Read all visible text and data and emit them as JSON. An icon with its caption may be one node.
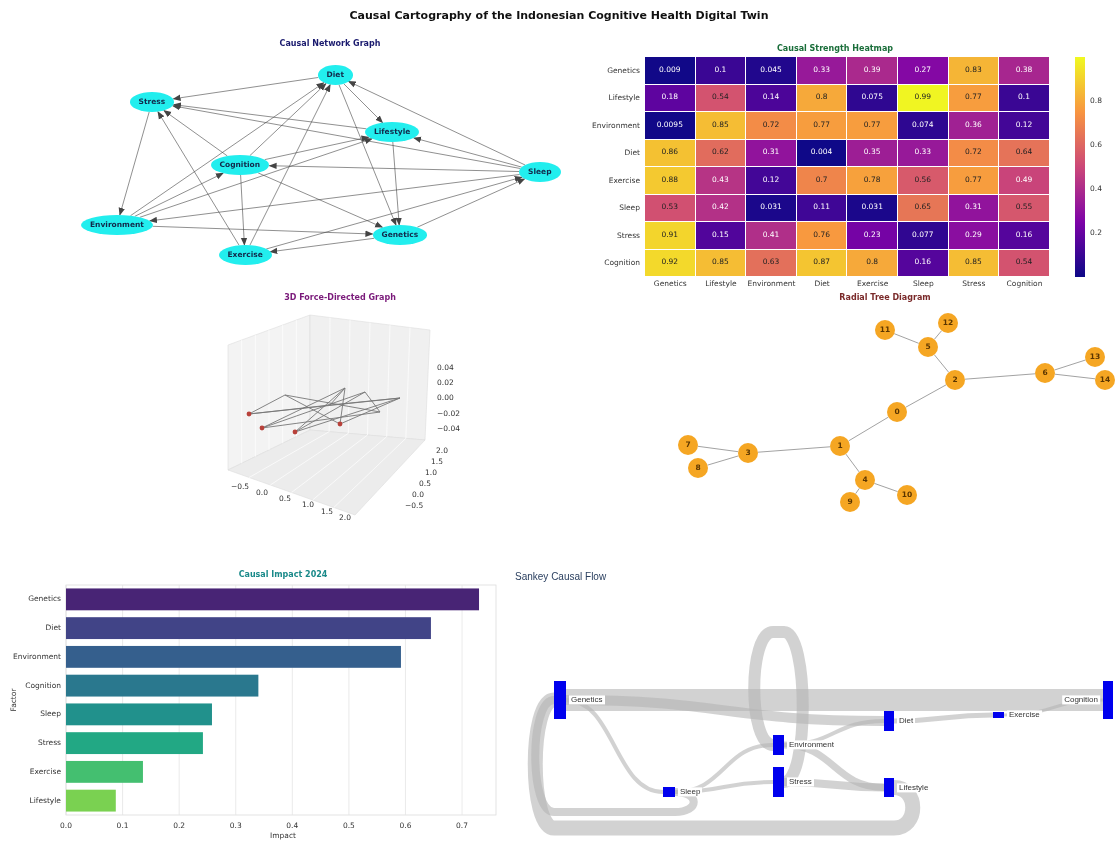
{
  "diagram": {
    "title": "Causal Cartography of the Indonesian Cognitive Health Digital Twin",
    "nodes": [
      {
        "text": [
          "Stress"
        ]
      },
      {
        "text": [
          "Diet"
        ]
      },
      {
        "text": [
          "Lifestyle"
        ]
      },
      {
        "text": [
          "Sleep"
        ]
      },
      {
        "text": [
          "Cognition"
        ]
      },
      {
        "text": [
          "Environment"
        ]
      },
      {
        "text": [
          "Exercise"
        ]
      },
      {
        "text": [
          "Genetics"
        ]
      },
      {
        "text": [
          "12"
        ]
      },
      {
        "text": [
          "11"
        ]
      },
      {
        "text": [
          "5"
        ]
      },
      {
        "text": [
          "13"
        ]
      },
      {
        "text": [
          "6"
        ]
      },
      {
        "text": [
          "2"
        ]
      },
      {
        "text": [
          "14"
        ]
      },
      {
        "text": [
          "0"
        ]
      },
      {
        "text": [
          "7"
        ]
      },
      {
        "text": [
          "1"
        ]
      },
      {
        "text": [
          "3"
        ]
      },
      {
        "text": [
          "8"
        ]
      },
      {
        "text": [
          "4"
        ]
      },
      {
        "text": [
          "10"
        ]
      },
      {
        "text": [
          "9"
        ]
      },
      {
        "text": [
          "Genetics"
        ]
      },
      {
        "text": [
          "Cognition"
        ]
      },
      {
        "text": [
          "Diet"
        ]
      },
      {
        "text": [
          "Exercise"
        ]
      },
      {
        "text": [
          "Environment"
        ]
      },
      {
        "text": [
          "Stress"
        ]
      },
      {
        "text": [
          "Sleep"
        ]
      },
      {
        "text": [
          "Lifestyle"
        ]
      }
    ],
    "edges": [
      {
        "from": 1,
        "to": 0,
        "arrow": "to"
      },
      {
        "from": 4,
        "to": 1,
        "arrow": "to"
      },
      {
        "from": 6,
        "to": 1,
        "arrow": "to"
      },
      {
        "from": 1,
        "to": 2,
        "arrow": "to"
      },
      {
        "from": 1,
        "to": 7,
        "arrow": "to"
      },
      {
        "from": 3,
        "to": 1,
        "arrow": "to"
      },
      {
        "from": 0,
        "to": 5,
        "arrow": "to"
      },
      {
        "from": 6,
        "to": 0,
        "arrow": "to"
      },
      {
        "from": 4,
        "to": 0,
        "arrow": "to"
      },
      {
        "from": 2,
        "to": 0,
        "arrow": "to"
      },
      {
        "from": 3,
        "to": 0,
        "arrow": "to"
      },
      {
        "from": 4,
        "to": 2,
        "arrow": "to"
      },
      {
        "from": 3,
        "to": 4,
        "arrow": "to"
      },
      {
        "from": 4,
        "to": 6,
        "arrow": "to"
      },
      {
        "from": 4,
        "to": 7,
        "arrow": "to"
      },
      {
        "from": 2,
        "to": 7,
        "arrow": "to"
      },
      {
        "from": 5,
        "to": 2,
        "arrow": "to"
      },
      {
        "from": 3,
        "to": 5,
        "arrow": "to"
      },
      {
        "from": 6,
        "to": 3,
        "arrow": "to"
      },
      {
        "from": 7,
        "to": 3,
        "arrow": "to"
      },
      {
        "from": 3,
        "to": 2,
        "arrow": "to"
      },
      {
        "from": 5,
        "to": 7,
        "arrow": "to"
      },
      {
        "from": 5,
        "to": 4,
        "arrow": "to"
      },
      {
        "from": 5,
        "to": 1,
        "arrow": "to"
      },
      {
        "from": 7,
        "to": 6,
        "arrow": "to"
      },
      {
        "from": 15,
        "to": 17,
        "arrow": "none"
      },
      {
        "from": 15,
        "to": 13,
        "arrow": "none"
      },
      {
        "from": 13,
        "to": 10,
        "arrow": "none"
      },
      {
        "from": 13,
        "to": 12,
        "arrow": "none"
      },
      {
        "from": 10,
        "to": 9,
        "arrow": "none"
      },
      {
        "from": 10,
        "to": 8,
        "arrow": "none"
      },
      {
        "from": 12,
        "to": 11,
        "arrow": "none"
      },
      {
        "from": 12,
        "to": 14,
        "arrow": "none"
      },
      {
        "from": 17,
        "to": 18,
        "arrow": "none"
      },
      {
        "from": 17,
        "to": 20,
        "arrow": "none"
      },
      {
        "from": 18,
        "to": 16,
        "arrow": "none"
      },
      {
        "from": 18,
        "to": 19,
        "arrow": "none"
      },
      {
        "from": 20,
        "to": 22,
        "arrow": "none"
      },
      {
        "from": 20,
        "to": 21,
        "arrow": "none"
      },
      {
        "from": 23,
        "to": 24,
        "arrow": "none",
        "style": "thick",
        "color": "#b4b4b4"
      },
      {
        "from": 23,
        "to": 25,
        "arrow": "none",
        "style": "thick",
        "color": "#b4b4b4"
      },
      {
        "from": 23,
        "to": 29,
        "arrow": "none",
        "style": "thick",
        "color": "#b4b4b4"
      },
      {
        "from": 29,
        "to": 27,
        "arrow": "none",
        "style": "thick",
        "color": "#b4b4b4"
      },
      {
        "from": 29,
        "to": 28,
        "arrow": "none",
        "style": "thick",
        "color": "#b4b4b4"
      },
      {
        "from": 25,
        "to": 26,
        "arrow": "none",
        "style": "thick",
        "color": "#b4b4b4"
      },
      {
        "from": 26,
        "to": 24,
        "arrow": "none",
        "style": "thick",
        "color": "#b4b4b4"
      },
      {
        "from": 27,
        "to": 25,
        "arrow": "none",
        "style": "thick",
        "color": "#b4b4b4"
      },
      {
        "from": 27,
        "to": 30,
        "arrow": "none",
        "style": "thick",
        "color": "#b4b4b4"
      },
      {
        "from": 28,
        "to": 30,
        "arrow": "none",
        "style": "thick",
        "color": "#b4b4b4"
      },
      {
        "from": 28,
        "to": 27,
        "arrow": "none",
        "style": "thick",
        "color": "#b4b4b4"
      },
      {
        "from": 30,
        "to": 23,
        "arrow": "none",
        "style": "thick",
        "color": "#b4b4b4"
      },
      {
        "from": 29,
        "to": 23,
        "arrow": "none",
        "style": "thick",
        "color": "#b4b4b4"
      }
    ],
    "labels": [
      "Causal Network Graph",
      "Causal Strength Heatmap",
      "Genetics",
      "0.009",
      "0.1",
      "0.045",
      "0.33",
      "0.39",
      "0.27",
      "0.83",
      "0.38",
      "Lifestyle",
      "0.18",
      "0.54",
      "0.14",
      "0.8",
      "0.075",
      "0.99",
      "0.77",
      "0.1",
      "Environment",
      "0.0095",
      "0.85",
      "0.72",
      "0.77",
      "0.77",
      "0.074",
      "0.36",
      "0.12",
      "Diet",
      "0.86",
      "0.62",
      "0.31",
      "0.004",
      "0.35",
      "0.33",
      "0.72",
      "0.64",
      "Exercise",
      "0.88",
      "0.43",
      "0.12",
      "0.7",
      "0.78",
      "0.56",
      "0.77",
      "0.49",
      "Sleep",
      "0.53",
      "0.42",
      "0.031",
      "0.11",
      "0.031",
      "0.65",
      "0.31",
      "0.55",
      "Stress",
      "0.91",
      "0.15",
      "0.41",
      "0.76",
      "0.23",
      "0.077",
      "0.29",
      "0.16",
      "Cognition",
      "0.92",
      "0.85",
      "0.63",
      "0.87",
      "0.8",
      "0.16",
      "0.85",
      "0.54",
      "Genetics",
      "Lifestyle",
      "Environment",
      "Diet",
      "Exercise",
      "Sleep",
      "Stress",
      "Cognition",
      "0.8",
      "0.6",
      "0.4",
      "0.2",
      "3D Force-Directed Graph",
      "0.04",
      "0.02",
      "0.00",
      "−0.02",
      "−0.04",
      "2.0",
      "1.5",
      "1.0",
      "0.5",
      "0.0",
      "−0.5",
      "−0.5",
      "0.0",
      "0.5",
      "1.0",
      "1.5",
      "2.0",
      "Radial Tree Diagram",
      "Sankey Causal Flow"
    ],
    "chart_data": {
      "type": "bar",
      "orientation": "horizontal",
      "title": "Causal Impact 2024",
      "xlabel": "Impact",
      "ylabel": "Factor",
      "categories": [
        "Genetics",
        "Diet",
        "Environment",
        "Cognition",
        "Sleep",
        "Stress",
        "Exercise",
        "Lifestyle"
      ],
      "values": [
        0.73,
        0.645,
        0.592,
        0.34,
        0.258,
        0.242,
        0.136,
        0.088
      ],
      "xlim": [
        0,
        0.76
      ],
      "grid": true,
      "xticks": [
        {
          "value": 0,
          "label": "0.0"
        },
        {
          "value": 0.1,
          "label": "0.1"
        },
        {
          "value": 0.2,
          "label": "0.2"
        },
        {
          "value": 0.3,
          "label": "0.3"
        },
        {
          "value": 0.4,
          "label": "0.4"
        },
        {
          "value": 0.5,
          "label": "0.5"
        },
        {
          "value": 0.6,
          "label": "0.6"
        },
        {
          "value": 0.7,
          "label": "0.7"
        }
      ]
    }
  }
}
